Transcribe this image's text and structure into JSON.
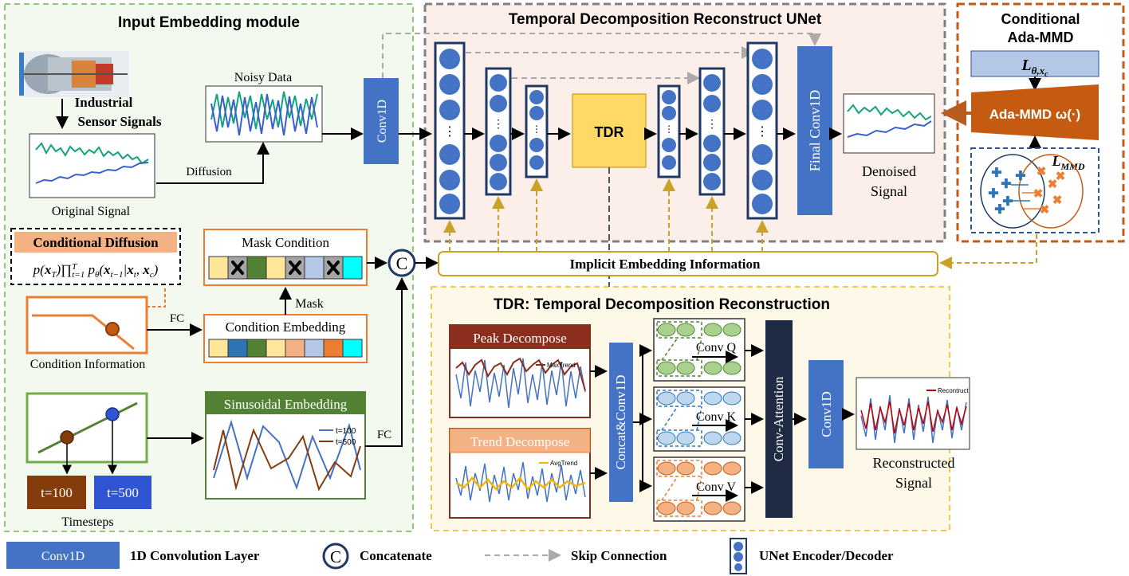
{
  "input_module": {
    "title": "Input Embedding module",
    "industrial_label_1": "Industrial",
    "industrial_label_2": "Sensor Signals",
    "noisy_data": "Noisy Data",
    "diffusion": "Diffusion",
    "original_signal": "Original Signal",
    "conditional_diffusion_title": "Conditional Diffusion",
    "mask_condition": "Mask Condition",
    "mask": "Mask",
    "fc": "FC",
    "condition_embedding": "Condition Embedding",
    "condition_information": "Condition Information",
    "sinusoidal_embedding": "Sinusoidal Embedding",
    "legend_t100": "t=100",
    "legend_t500": "t=500",
    "t100": "t=100",
    "t500": "t=500",
    "timesteps": "Timesteps",
    "fc2": "FC",
    "concat_symbol": "C"
  },
  "unet": {
    "title": "Temporal Decomposition Reconstruct UNet",
    "conv1d": "Conv1D",
    "tdr": "TDR",
    "final_conv": "Final Conv1D",
    "denoised_1": "Denoised",
    "denoised_2": "Signal",
    "implicit": "Implicit Embedding Information"
  },
  "mmd": {
    "title_1": "Conditional",
    "title_2": "Ada-MMD",
    "loss_top": "L",
    "ada_mmd": "Ada-MMD ω(·)",
    "loss_mmd": "L"
  },
  "tdr_module": {
    "title": "TDR: Temporal Decomposition Reconstruction",
    "peak": "Peak Decompose",
    "max_trend": "MaxTrend",
    "trend": "Trend Decompose",
    "avg_trend": "AvgTrend",
    "concat_conv": "Concat&Conv1D",
    "conv_q": "Conv Q",
    "conv_k": "Conv K",
    "conv_v": "Conv V",
    "conv_attention": "Conv-Attention",
    "conv1d": "Conv1D",
    "recontruct": "Recontruct",
    "reconstructed_1": "Reconstructed",
    "reconstructed_2": "Signal"
  },
  "legend": {
    "conv1d": "Conv1D",
    "conv1d_desc": "1D Convolution Layer",
    "concat_symbol": "C",
    "concat_desc": "Concatenate",
    "skip_desc": "Skip Connection",
    "unet_desc": "UNet Encoder/Decoder"
  },
  "colors": {
    "blue": "#4472C4",
    "green_border": "#70AD47",
    "orange": "#ED7D31",
    "gold": "#C9A227",
    "dark_red": "#8B2E1E",
    "navy": "#1F2A44",
    "tdr_fill": "#FFD966"
  }
}
